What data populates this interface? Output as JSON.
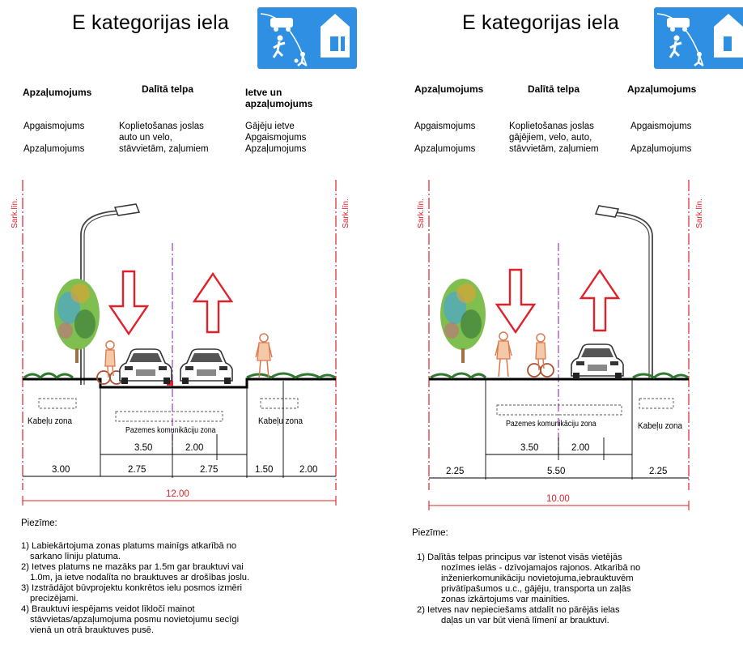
{
  "left": {
    "title": "E kategorijas iela",
    "headers": [
      "Apzaļumojums",
      "Dalītā telpa",
      "Ietve un",
      "apzaļumojums"
    ],
    "col1": [
      "Apgaismojums",
      "Apzaļumojums"
    ],
    "col2": [
      "Koplietošanas joslas",
      "auto un velo,",
      "stāvvietām, zaļumiem"
    ],
    "col3": [
      "Gājēju ietve",
      "Apgaismojums",
      "Apzaļumojums"
    ],
    "red_line_label": "Sark.līn.",
    "zone_cable_1": "Kabeļu zona",
    "zone_underground": "Pazemes komunikāciju zona",
    "zone_cable_2": "Kabeļu zona",
    "dims_inner": [
      "3.50",
      "2.00"
    ],
    "dims_outer": [
      "3.00",
      "2.75",
      "2.75",
      "1.50",
      "2.00"
    ],
    "total": "12.00",
    "note_title": "Piezīme:",
    "notes": [
      "1)  Labiekārtojuma zonas platums mainīgs atkarībā no",
      "sarkano līniju platuma.",
      "2)   Ietves platums ne mazāks par 1.5m gar brauktuvi vai",
      "1.0m, ja ietve nodalīta no brauktuves ar drošības joslu.",
      "3)   Izstrādājot būvprojektu konkrētos ielu posmos izmēri",
      "precizējami.",
      "4)   Brauktuvi iespējams veidot līkločī mainot",
      "stāvvietas/apzaļumojuma posmu novietojumu secīgi",
      "vienā un otrā brauktuves pusē."
    ]
  },
  "right": {
    "title": "E kategorijas iela",
    "headers": [
      "Apzaļumojums",
      "Dalītā telpa",
      "Apzaļumojums"
    ],
    "col1": [
      "Apgaismojums",
      "Apzaļumojums"
    ],
    "col2": [
      "Koplietošanas joslas",
      "gājējiem, velo, auto,",
      "stāvvietām, zaļumiem"
    ],
    "col3": [
      "Apgaismojums",
      "Apzaļumojums"
    ],
    "red_line_label": "Sark.līn.",
    "zone_underground": "Pazemes komunikāciju zona",
    "zone_cable": "Kabeļu zona",
    "dims_inner": [
      "3.50",
      "2.00"
    ],
    "dims_outer": [
      "2.25",
      "5.50",
      "2.25"
    ],
    "total": "10.00",
    "note_title": "Piezīme:",
    "notes": [
      "1)    Dalītās telpas principus var īstenot visās vietējās",
      "nozīmes ielās - dzīvojamajos rajonos.  Atkarībā no",
      "inženierkomunikāciju novietojuma,iebrauktuvēm",
      "privātīpašumos u.c.,  gājēju, transporta un zaļās",
      "zonas izkārtojums var mainīties.",
      "2)    Ietves nav nepieciešams atdalīt no pārējās ielas",
      "daļas un var būt vienā līmenī ar brauktuvi."
    ]
  },
  "colors": {
    "red": "#e0202a",
    "purple": "#9b3fb5",
    "sign_blue": "#2e8fe3",
    "car": "#444444",
    "person": "#d97a50"
  }
}
